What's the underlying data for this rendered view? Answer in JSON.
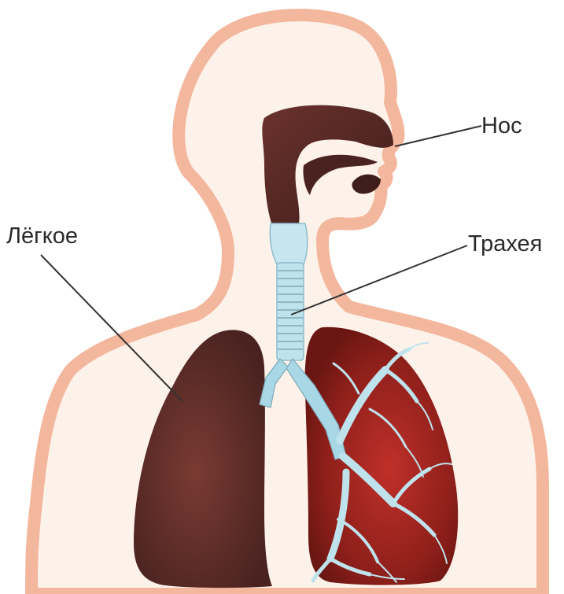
{
  "labels": {
    "nose": "Нос",
    "lung": "Лёгкое",
    "trachea": "Трахея"
  },
  "colors": {
    "body_outline": "#f3b79e",
    "body_fill": "#fdf2ea",
    "lung_left": "#5a2a25",
    "lung_right": "#8e1f1a",
    "nasal_cavity": "#5b2a26",
    "trachea": "#bfe3ec",
    "bronchi": "#a8d8e6",
    "leader_line": "#333333",
    "label_text": "#2a2a2a"
  }
}
